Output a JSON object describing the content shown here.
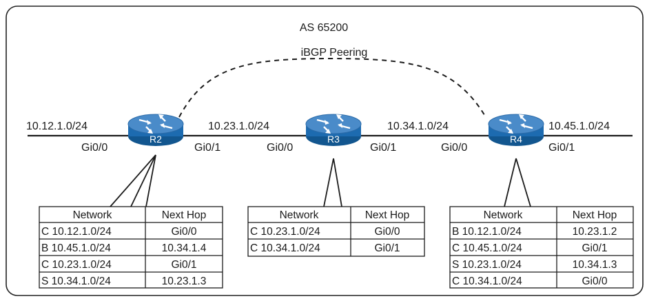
{
  "as_label": "AS 65200",
  "peering_label": "iBGP Peering",
  "colors": {
    "router_top": "#3d7fbf",
    "router_body": "#1d6bb0",
    "line": "#1a1a1a"
  },
  "networks": {
    "left": "10.12.1.0/24",
    "r2_r3": "10.23.1.0/24",
    "r3_r4": "10.34.1.0/24",
    "right": "10.45.1.0/24"
  },
  "routers": [
    {
      "id": "r2",
      "name": "R2",
      "left_if": "Gi0/0",
      "right_if": "Gi0/1"
    },
    {
      "id": "r3",
      "name": "R3",
      "left_if": "Gi0/0",
      "right_if": "Gi0/1"
    },
    {
      "id": "r4",
      "name": "R4",
      "left_if": "Gi0/0",
      "right_if": "Gi0/1"
    }
  ],
  "tables": [
    {
      "router": "r2",
      "headers": [
        "Network",
        "Next Hop"
      ],
      "rows": [
        [
          "C 10.12.1.0/24",
          "Gi0/0"
        ],
        [
          "B 10.45.1.0/24",
          "10.34.1.4"
        ],
        [
          "C 10.23.1.0/24",
          "Gi0/1"
        ],
        [
          "S 10.34.1.0/24",
          "10.23.1.3"
        ]
      ]
    },
    {
      "router": "r3",
      "headers": [
        "Network",
        "Next Hop"
      ],
      "rows": [
        [
          "C 10.23.1.0/24",
          "Gi0/0"
        ],
        [
          "C 10.34.1.0/24",
          "Gi0/1"
        ]
      ]
    },
    {
      "router": "r4",
      "headers": [
        "Network",
        "Next Hop"
      ],
      "rows": [
        [
          "B 10.12.1.0/24",
          "10.23.1.2"
        ],
        [
          "C 10.45.1.0/24",
          "Gi0/1"
        ],
        [
          "S 10.23.1.0/24",
          "10.34.1.3"
        ],
        [
          "C 10.34.1.0/24",
          "Gi0/0"
        ]
      ]
    }
  ]
}
